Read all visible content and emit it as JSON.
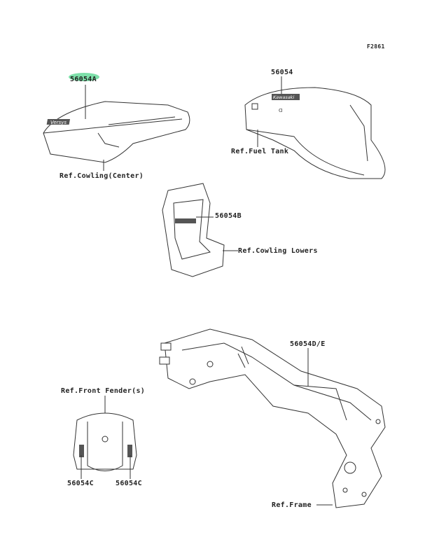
{
  "figure_code": "F2861",
  "callouts": [
    {
      "id": "56054A",
      "highlighted": true,
      "highlight_color": "#6fdca0"
    },
    {
      "id": "56054"
    },
    {
      "id": "56054B"
    },
    {
      "id": "56054D/E"
    },
    {
      "id": "56054C"
    },
    {
      "id": "56054C"
    }
  ],
  "references": [
    "Ref.Cowling(Center)",
    "Ref.Fuel Tank",
    "Ref.Cowling Lowers",
    "Ref.Front Fender(s)",
    "Ref.Frame"
  ],
  "decal_texts": {
    "cowling_center": "Versys",
    "fuel_tank": "Kawasaki"
  }
}
